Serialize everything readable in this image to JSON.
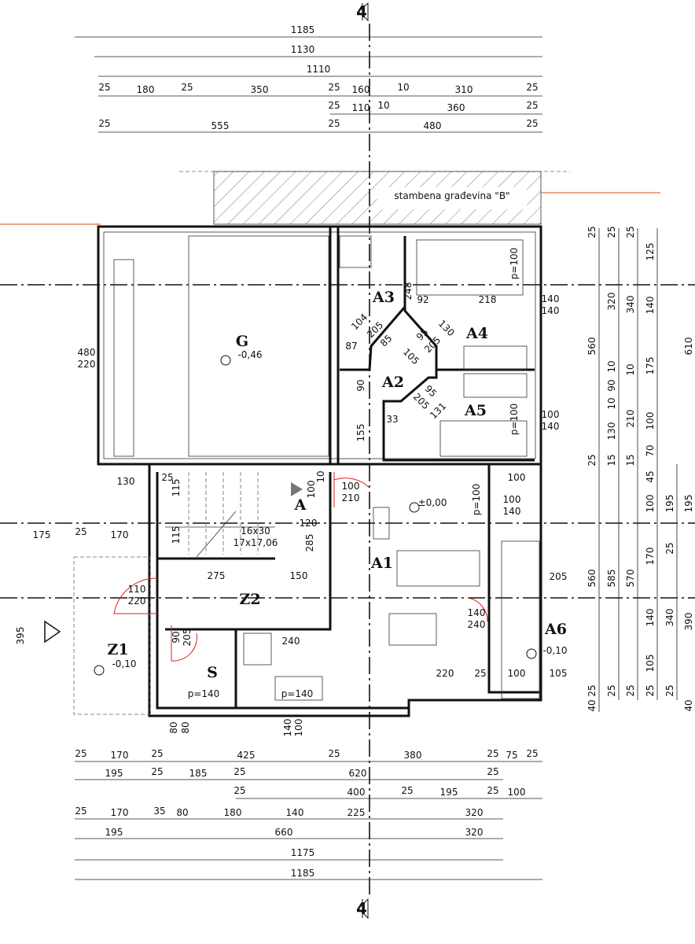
{
  "section_marker": "4",
  "neighbor_label": "stambena građevina \"B\"",
  "colors": {
    "lines": "#111111",
    "doors": "#dd2222",
    "boundary": "#e07040"
  },
  "top_dims": {
    "r0": [
      "1185"
    ],
    "r1": [
      "1130"
    ],
    "r2": [
      "1110"
    ],
    "r3": [
      "25",
      "180",
      "25",
      "350",
      "25",
      "160",
      "10",
      "310",
      "25"
    ],
    "r4": [
      "25",
      "110",
      "10",
      "360",
      "25"
    ],
    "r5": [
      "25",
      "555",
      "25",
      "480",
      "25"
    ]
  },
  "bottom_dims": {
    "r0": [
      "25",
      "170",
      "25",
      "425",
      "25",
      "380",
      "25",
      "75",
      "25"
    ],
    "r1": [
      "195",
      "25",
      "185",
      "25",
      "620",
      "25"
    ],
    "r2": [
      "25",
      "400",
      "25",
      "195",
      "25",
      "100"
    ],
    "r3": [
      "25",
      "170",
      "35",
      "80",
      "180",
      "140",
      "225",
      "320"
    ],
    "r4": [
      "195",
      "660",
      "320"
    ],
    "r5": [
      "1175"
    ],
    "r6": [
      "1185"
    ]
  },
  "right_dims": {
    "c0": [
      "25",
      "560",
      "25",
      "560",
      "25",
      "40"
    ],
    "c1": [
      "25",
      "320",
      "10",
      "90",
      "10",
      "130",
      "15",
      "585",
      "25"
    ],
    "c2": [
      "25",
      "340",
      "10",
      "210",
      "15",
      "570",
      "25"
    ],
    "c3": [
      "125",
      "140",
      "175",
      "100",
      "70",
      "45",
      "100",
      "170",
      "140",
      "105",
      "25"
    ],
    "c4": [
      "195",
      "25",
      "340",
      "25"
    ],
    "c5": [
      "610",
      "195",
      "390",
      "40"
    ]
  },
  "rooms": {
    "G": {
      "name": "G",
      "level": "-0,46"
    },
    "A": {
      "name": "A"
    },
    "A1": {
      "name": "A1",
      "level": "±0,00"
    },
    "A2": {
      "name": "A2"
    },
    "A3": {
      "name": "A3"
    },
    "A4": {
      "name": "A4"
    },
    "A5": {
      "name": "A5"
    },
    "A6": {
      "name": "A6",
      "level": "-0,10"
    },
    "Z1": {
      "name": "Z1",
      "level": "-0,10"
    },
    "Z2": {
      "name": "Z2"
    },
    "S": {
      "name": "S"
    }
  },
  "plan_labels": {
    "garage_opening": [
      "480",
      "220"
    ],
    "a4_window": [
      "140",
      "140"
    ],
    "a5_window": [
      "100",
      "140"
    ],
    "a1_window": [
      "100",
      "140"
    ],
    "a1_door": [
      "140",
      "240"
    ],
    "entry_door": [
      "100",
      "210"
    ],
    "z1_door": [
      "110",
      "220"
    ],
    "s_door": [
      "90",
      "205"
    ],
    "stair": [
      "16x30",
      "17x17,06"
    ],
    "sill": [
      "p=100",
      "p=100",
      "p=100",
      "p=140",
      "p=140"
    ],
    "inner": [
      "248",
      "92",
      "218",
      "104",
      "85",
      "205",
      "87",
      "95",
      "205",
      "130",
      "105",
      "95",
      "205",
      "131",
      "90",
      "155",
      "33",
      "130",
      "25",
      "115",
      "115",
      "120",
      "285",
      "100",
      "10",
      "275",
      "150",
      "240",
      "220",
      "25",
      "100",
      "105",
      "205",
      "100",
      "175",
      "25",
      "170",
      "395",
      "80",
      "80",
      "140",
      "100"
    ]
  }
}
